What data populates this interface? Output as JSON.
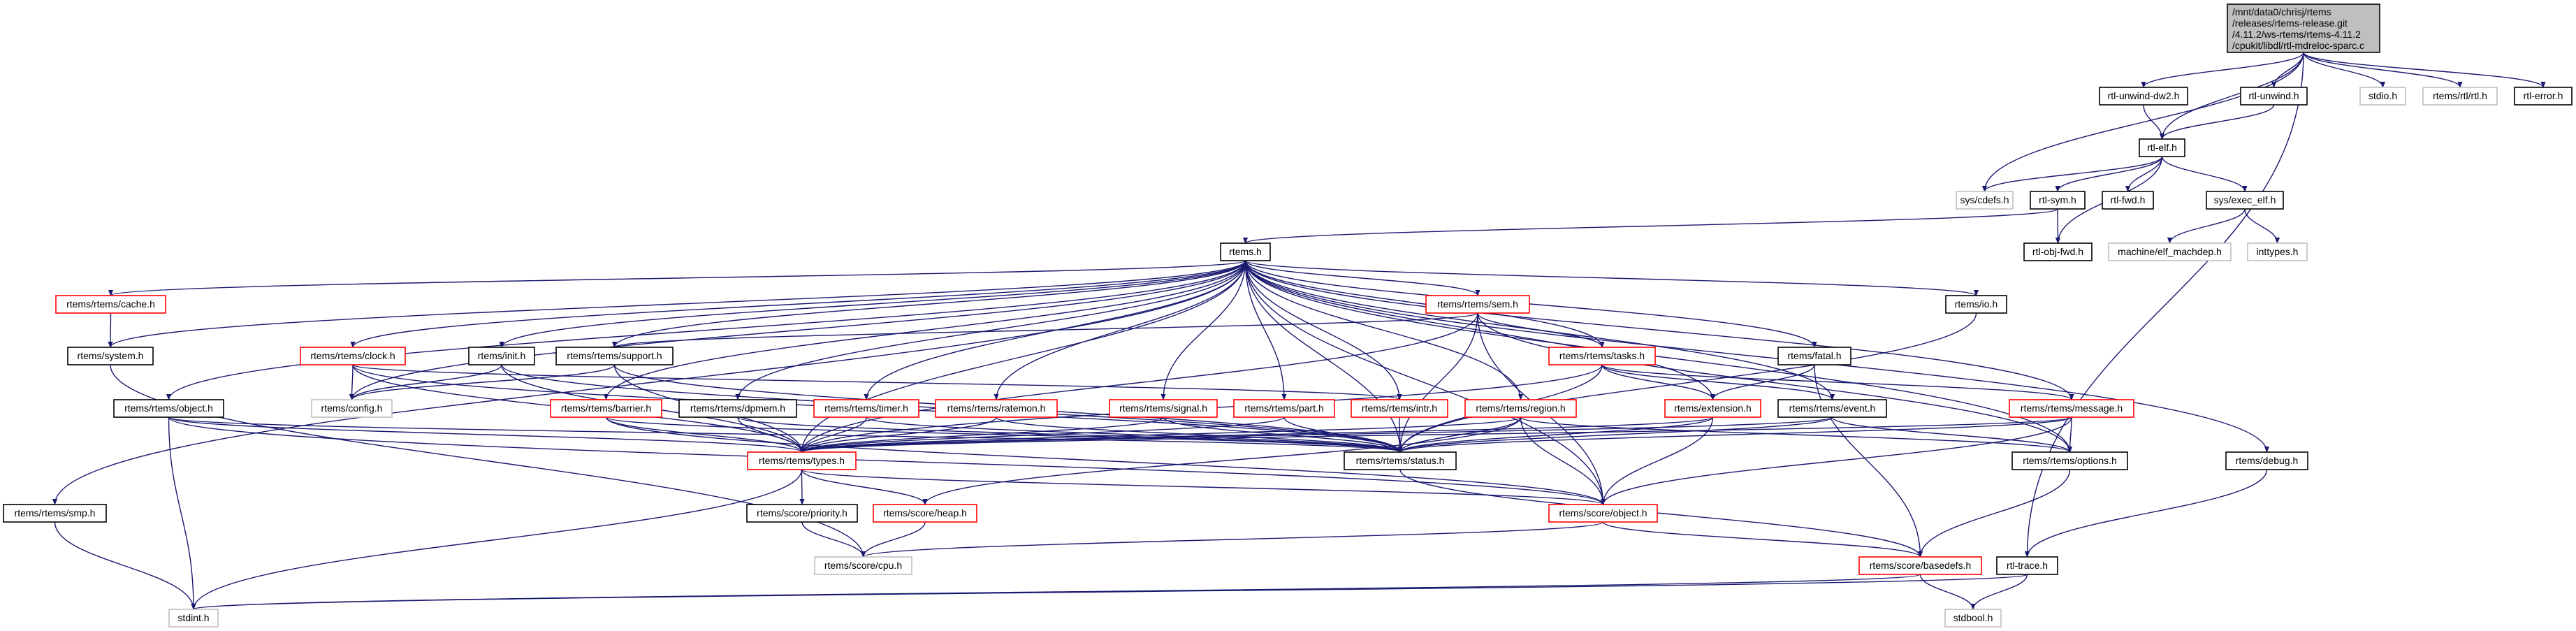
{
  "graph": {
    "title_lines": [
      "/mnt/data0/chrisj/rtems",
      "/releases/rtems-release.git",
      "/4.11.2/ws-rtems/rtems-4.11.2",
      "/cpukit/libdl/rtl-mdreloc-sparc.c"
    ],
    "colors": {
      "edge": "#191970",
      "main_fill": "#bfbfbf",
      "red": "#ff0000",
      "black": "#000000",
      "gray": "#bfbfbf"
    },
    "nodes": {
      "unwind_dw2": {
        "label": "rtl-unwind-dw2.h",
        "style": "black"
      },
      "unwind": {
        "label": "rtl-unwind.h",
        "style": "black"
      },
      "stdio": {
        "label": "stdio.h",
        "style": "gray"
      },
      "rtl_h": {
        "label": "rtems/rtl/rtl.h",
        "style": "gray"
      },
      "rtl_error": {
        "label": "rtl-error.h",
        "style": "black"
      },
      "rtl_elf": {
        "label": "rtl-elf.h",
        "style": "black"
      },
      "cdefs": {
        "label": "sys/cdefs.h",
        "style": "gray"
      },
      "rtl_sym": {
        "label": "rtl-sym.h",
        "style": "black"
      },
      "rtl_fwd": {
        "label": "rtl-fwd.h",
        "style": "black"
      },
      "exec_elf": {
        "label": "sys/exec_elf.h",
        "style": "black"
      },
      "rtems_h": {
        "label": "rtems.h",
        "style": "black"
      },
      "obj_fwd": {
        "label": "rtl-obj-fwd.h",
        "style": "black"
      },
      "machdep": {
        "label": "machine/elf_machdep.h",
        "style": "gray"
      },
      "inttypes": {
        "label": "inttypes.h",
        "style": "gray"
      },
      "cache": {
        "label": "rtems/rtems/cache.h",
        "style": "red"
      },
      "sem": {
        "label": "rtems/rtems/sem.h",
        "style": "red"
      },
      "io": {
        "label": "rtems/io.h",
        "style": "black"
      },
      "system": {
        "label": "rtems/system.h",
        "style": "black"
      },
      "clock": {
        "label": "rtems/rtems/clock.h",
        "style": "red"
      },
      "init": {
        "label": "rtems/init.h",
        "style": "black"
      },
      "support": {
        "label": "rtems/rtems/support.h",
        "style": "black"
      },
      "tasks": {
        "label": "rtems/rtems/tasks.h",
        "style": "red"
      },
      "fatal": {
        "label": "rtems/fatal.h",
        "style": "black"
      },
      "robject": {
        "label": "rtems/rtems/object.h",
        "style": "black"
      },
      "config": {
        "label": "rtems/config.h",
        "style": "gray"
      },
      "barrier": {
        "label": "rtems/rtems/barrier.h",
        "style": "red"
      },
      "dpmem": {
        "label": "rtems/rtems/dpmem.h",
        "style": "black"
      },
      "timer": {
        "label": "rtems/rtems/timer.h",
        "style": "red"
      },
      "ratemon": {
        "label": "rtems/rtems/ratemon.h",
        "style": "red"
      },
      "signal": {
        "label": "rtems/rtems/signal.h",
        "style": "red"
      },
      "part": {
        "label": "rtems/rtems/part.h",
        "style": "red"
      },
      "intr": {
        "label": "rtems/rtems/intr.h",
        "style": "red"
      },
      "region": {
        "label": "rtems/rtems/region.h",
        "style": "red"
      },
      "extension": {
        "label": "rtems/extension.h",
        "style": "red"
      },
      "event": {
        "label": "rtems/rtems/event.h",
        "style": "black"
      },
      "message": {
        "label": "rtems/rtems/message.h",
        "style": "red"
      },
      "types": {
        "label": "rtems/rtems/types.h",
        "style": "red"
      },
      "status": {
        "label": "rtems/rtems/status.h",
        "style": "black"
      },
      "options": {
        "label": "rtems/rtems/options.h",
        "style": "black"
      },
      "debug": {
        "label": "rtems/debug.h",
        "style": "black"
      },
      "smp": {
        "label": "rtems/rtems/smp.h",
        "style": "black"
      },
      "priority": {
        "label": "rtems/score/priority.h",
        "style": "black"
      },
      "heap": {
        "label": "rtems/score/heap.h",
        "style": "red"
      },
      "sobject": {
        "label": "rtems/score/object.h",
        "style": "red"
      },
      "cpu": {
        "label": "rtems/score/cpu.h",
        "style": "gray"
      },
      "basedefs": {
        "label": "rtems/score/basedefs.h",
        "style": "red"
      },
      "trace": {
        "label": "rtl-trace.h",
        "style": "black"
      },
      "stdint": {
        "label": "stdint.h",
        "style": "gray"
      },
      "stdbool": {
        "label": "stdbool.h",
        "style": "gray"
      }
    },
    "edges": [
      [
        "main",
        "cdefs"
      ],
      [
        "main",
        "unwind_dw2"
      ],
      [
        "main",
        "rtl_elf"
      ],
      [
        "main",
        "unwind"
      ],
      [
        "main",
        "trace"
      ],
      [
        "main",
        "stdio"
      ],
      [
        "main",
        "rtl_h"
      ],
      [
        "main",
        "rtl_error"
      ],
      [
        "unwind_dw2",
        "rtl_elf"
      ],
      [
        "unwind",
        "rtl_elf"
      ],
      [
        "rtl_elf",
        "cdefs"
      ],
      [
        "rtl_elf",
        "rtl_sym"
      ],
      [
        "rtl_elf",
        "rtl_fwd"
      ],
      [
        "rtl_elf",
        "obj_fwd"
      ],
      [
        "rtl_elf",
        "exec_elf"
      ],
      [
        "rtl_sym",
        "rtems_h"
      ],
      [
        "rtl_sym",
        "obj_fwd"
      ],
      [
        "exec_elf",
        "machdep"
      ],
      [
        "exec_elf",
        "inttypes"
      ],
      [
        "rtems_h",
        "cache"
      ],
      [
        "rtems_h",
        "system"
      ],
      [
        "rtems_h",
        "robject"
      ],
      [
        "rtems_h",
        "clock"
      ],
      [
        "rtems_h",
        "config"
      ],
      [
        "rtems_h",
        "init"
      ],
      [
        "rtems_h",
        "support"
      ],
      [
        "rtems_h",
        "barrier"
      ],
      [
        "rtems_h",
        "dpmem"
      ],
      [
        "rtems_h",
        "timer"
      ],
      [
        "rtems_h",
        "ratemon"
      ],
      [
        "rtems_h",
        "signal"
      ],
      [
        "rtems_h",
        "part"
      ],
      [
        "rtems_h",
        "intr"
      ],
      [
        "rtems_h",
        "region"
      ],
      [
        "rtems_h",
        "sem"
      ],
      [
        "rtems_h",
        "tasks"
      ],
      [
        "rtems_h",
        "extension"
      ],
      [
        "rtems_h",
        "fatal"
      ],
      [
        "rtems_h",
        "io"
      ],
      [
        "rtems_h",
        "event"
      ],
      [
        "rtems_h",
        "message"
      ],
      [
        "rtems_h",
        "status"
      ],
      [
        "rtems_h",
        "options"
      ],
      [
        "rtems_h",
        "types"
      ],
      [
        "rtems_h",
        "sobject"
      ],
      [
        "rtems_h",
        "debug"
      ],
      [
        "rtems_h",
        "smp"
      ],
      [
        "cache",
        "system"
      ],
      [
        "system",
        "cpu"
      ],
      [
        "smp",
        "stdint"
      ],
      [
        "robject",
        "types"
      ],
      [
        "robject",
        "status"
      ],
      [
        "robject",
        "sobject"
      ],
      [
        "robject",
        "stdint"
      ],
      [
        "clock",
        "config"
      ],
      [
        "clock",
        "types"
      ],
      [
        "clock",
        "intr"
      ],
      [
        "clock",
        "status"
      ],
      [
        "init",
        "config"
      ],
      [
        "init",
        "types"
      ],
      [
        "init",
        "status"
      ],
      [
        "support",
        "config"
      ],
      [
        "support",
        "types"
      ],
      [
        "support",
        "status"
      ],
      [
        "barrier",
        "types"
      ],
      [
        "barrier",
        "status"
      ],
      [
        "barrier",
        "sobject"
      ],
      [
        "dpmem",
        "types"
      ],
      [
        "dpmem",
        "status"
      ],
      [
        "timer",
        "types"
      ],
      [
        "timer",
        "status"
      ],
      [
        "ratemon",
        "types"
      ],
      [
        "ratemon",
        "status"
      ],
      [
        "signal",
        "types"
      ],
      [
        "signal",
        "status"
      ],
      [
        "part",
        "types"
      ],
      [
        "part",
        "status"
      ],
      [
        "intr",
        "status"
      ],
      [
        "region",
        "types"
      ],
      [
        "region",
        "status"
      ],
      [
        "region",
        "heap"
      ],
      [
        "region",
        "options"
      ],
      [
        "region",
        "sobject"
      ],
      [
        "sem",
        "support"
      ],
      [
        "sem",
        "tasks"
      ],
      [
        "sem",
        "types"
      ],
      [
        "sem",
        "status"
      ],
      [
        "sem",
        "sobject"
      ],
      [
        "sem",
        "options"
      ],
      [
        "tasks",
        "types"
      ],
      [
        "tasks",
        "status"
      ],
      [
        "tasks",
        "event"
      ],
      [
        "tasks",
        "extension"
      ],
      [
        "tasks",
        "message"
      ],
      [
        "fatal",
        "extension"
      ],
      [
        "fatal",
        "basedefs"
      ],
      [
        "io",
        "status"
      ],
      [
        "extension",
        "types"
      ],
      [
        "extension",
        "status"
      ],
      [
        "extension",
        "sobject"
      ],
      [
        "event",
        "types"
      ],
      [
        "event",
        "status"
      ],
      [
        "event",
        "options"
      ],
      [
        "message",
        "types"
      ],
      [
        "message",
        "status"
      ],
      [
        "message",
        "options"
      ],
      [
        "message",
        "sobject"
      ],
      [
        "types",
        "priority"
      ],
      [
        "types",
        "heap"
      ],
      [
        "types",
        "sobject"
      ],
      [
        "types",
        "stdint"
      ],
      [
        "priority",
        "cpu"
      ],
      [
        "heap",
        "cpu"
      ],
      [
        "sobject",
        "cpu"
      ],
      [
        "sobject",
        "basedefs"
      ],
      [
        "status",
        "basedefs"
      ],
      [
        "options",
        "basedefs"
      ],
      [
        "debug",
        "trace"
      ],
      [
        "trace",
        "stdint"
      ],
      [
        "trace",
        "stdbool"
      ],
      [
        "basedefs",
        "stdint"
      ],
      [
        "basedefs",
        "stdbool"
      ]
    ]
  }
}
